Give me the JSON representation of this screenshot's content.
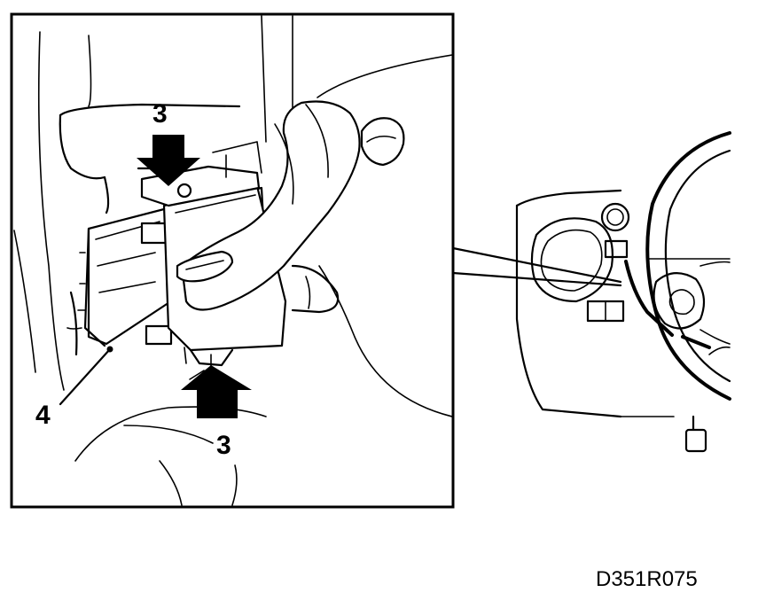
{
  "figure": {
    "callouts": {
      "arrow_top": "3",
      "arrow_bottom": "3",
      "module": "4"
    },
    "figure_code": "D351R075"
  }
}
